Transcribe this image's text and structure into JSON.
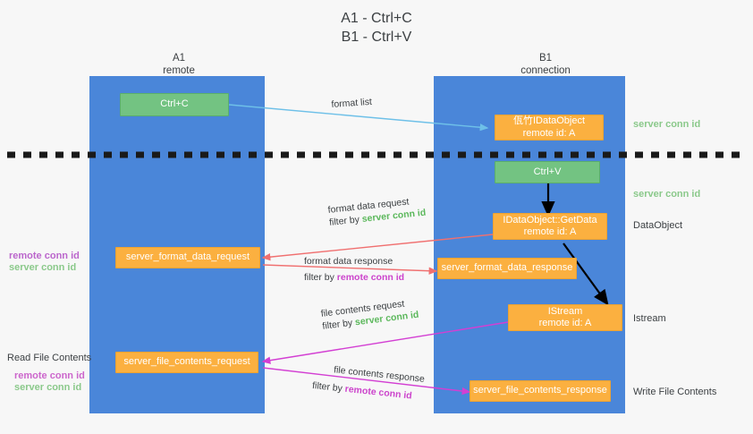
{
  "title": "A1 - Ctrl+C\nB1 - Ctrl+V",
  "title_line1": "A1 - Ctrl+C",
  "title_line2": "B1 - Ctrl+V",
  "colors": {
    "lane": "#4a86d9",
    "green_box": "#73c382",
    "orange_box": "#fbb040",
    "server_conn": "#5cb85c",
    "remote_conn": "#cc44cc",
    "format_arrow": "#f07070",
    "clipboard_arrow": "#6ec0e8",
    "file_arrow": "#d33fd3",
    "black_arrow": "#000000",
    "background": "#f7f7f7"
  },
  "columns": [
    {
      "name": "A1",
      "sub": "remote"
    },
    {
      "name": "B1",
      "sub": "connection"
    }
  ],
  "boxes": {
    "ctrl_c": {
      "line1": "Ctrl+C",
      "line2": ""
    },
    "ctrl_v": {
      "line1": "Ctrl+V",
      "line2": ""
    },
    "data_object_top": {
      "line1": "佤竹IDataObject",
      "line2": "remote id: A"
    },
    "get_data": {
      "line1": "IDataObject::GetData",
      "line2": "remote id: A"
    },
    "istream": {
      "line1": "IStream",
      "line2": "remote id: A"
    },
    "server_format_data_request": {
      "line1": "server_format_data_request",
      "line2": ""
    },
    "server_format_data_response": {
      "line1": "server_format_data_response",
      "line2": ""
    },
    "server_file_contents_request": {
      "line1": "server_file_contents_request",
      "line2": ""
    },
    "server_file_contents_response": {
      "line1": "server_file_contents_response",
      "line2": ""
    }
  },
  "edge_labels": {
    "format_list": "format list",
    "format_data_request": "format data request",
    "format_data_request_filter_prefix": "filter by ",
    "format_data_request_filter_key": "server conn id",
    "format_data_response": "format data response",
    "format_data_response_filter_prefix": "filter by ",
    "format_data_response_filter_key": "remote conn id",
    "file_contents_request": "file contents request",
    "file_contents_request_filter_prefix": "filter by ",
    "file_contents_request_filter_key": "server conn id",
    "file_contents_response": "file contents response",
    "file_contents_response_filter_prefix": "filter by ",
    "file_contents_response_filter_key": "remote conn id"
  },
  "right_labels": {
    "server_conn_top": "server conn id",
    "server_conn_second": "server conn id",
    "data_object": "DataObject",
    "istream": "Istream",
    "write_file_contents": "Write File Contents"
  },
  "left_labels": {
    "remote_conn_mid": "remote conn id",
    "server_conn_mid": "server conn id",
    "read_file_contents": "Read File Contents",
    "remote_conn_bottom": "remote conn id",
    "server_conn_bottom": "server conn id"
  }
}
